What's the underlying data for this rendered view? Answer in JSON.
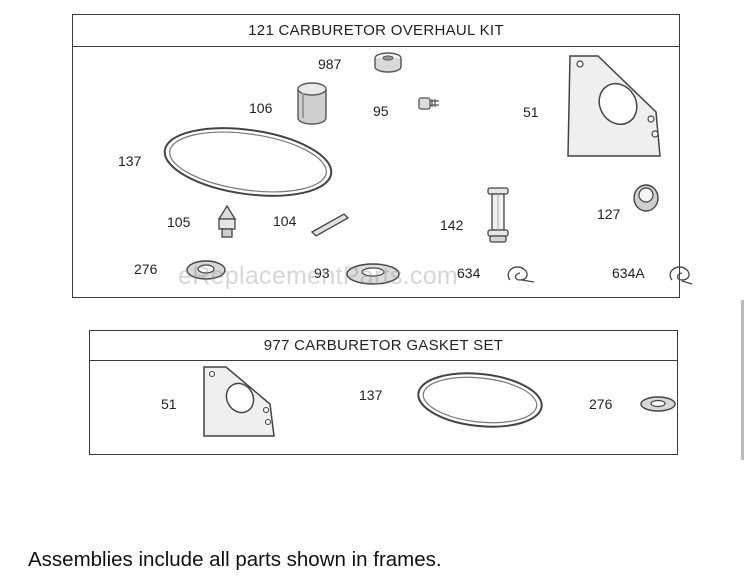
{
  "kits": [
    {
      "title": "121 CARBURETOR OVERHAUL KIT",
      "parts": [
        {
          "label": "987",
          "icon": "bushing-icon"
        },
        {
          "label": "106",
          "icon": "cylinder-sleeve-icon"
        },
        {
          "label": "95",
          "icon": "screw-icon"
        },
        {
          "label": "51",
          "icon": "gasket-plate-icon"
        },
        {
          "label": "137",
          "icon": "o-ring-icon"
        },
        {
          "label": "105",
          "icon": "needle-valve-icon"
        },
        {
          "label": "104",
          "icon": "pin-icon"
        },
        {
          "label": "142",
          "icon": "spool-valve-icon"
        },
        {
          "label": "127",
          "icon": "cap-icon"
        },
        {
          "label": "276",
          "icon": "washer-icon"
        },
        {
          "label": "93",
          "icon": "seal-icon"
        },
        {
          "label": "634",
          "icon": "spring-clip-icon"
        },
        {
          "label": "634A",
          "icon": "spring-clip-icon"
        }
      ]
    },
    {
      "title": "977 CARBURETOR GASKET SET",
      "parts": [
        {
          "label": "51",
          "icon": "gasket-plate-icon"
        },
        {
          "label": "137",
          "icon": "o-ring-icon"
        },
        {
          "label": "276",
          "icon": "washer-icon"
        }
      ]
    }
  ],
  "footer": "Assemblies include all parts shown in frames.",
  "watermark": "eReplacementParts.com"
}
